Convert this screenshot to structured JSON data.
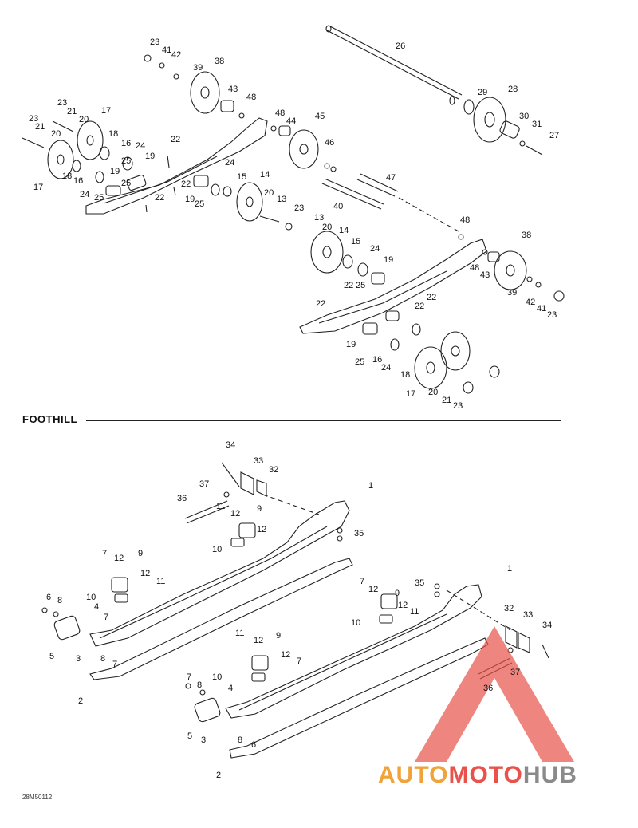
{
  "section_title": "FOOTHILL",
  "drawing_code": "28M50112",
  "watermark": {
    "part1": "AUTO",
    "part2": "MOTO",
    "part3": "HUB",
    "colors": {
      "auto": "#f0a33a",
      "moto": "#e8524a",
      "hub": "#8a8a8a",
      "triangle": "#e8524a"
    }
  },
  "callouts": [
    "1",
    "2",
    "3",
    "4",
    "5",
    "6",
    "7",
    "8",
    "9",
    "10",
    "11",
    "12",
    "13",
    "14",
    "15",
    "16",
    "17",
    "18",
    "19",
    "20",
    "21",
    "22",
    "23",
    "24",
    "25",
    "26",
    "27",
    "28",
    "29",
    "30",
    "31",
    "32",
    "33",
    "34",
    "35",
    "36",
    "37",
    "38",
    "39",
    "40",
    "41",
    "42",
    "43",
    "44",
    "45",
    "46",
    "47",
    "48"
  ]
}
